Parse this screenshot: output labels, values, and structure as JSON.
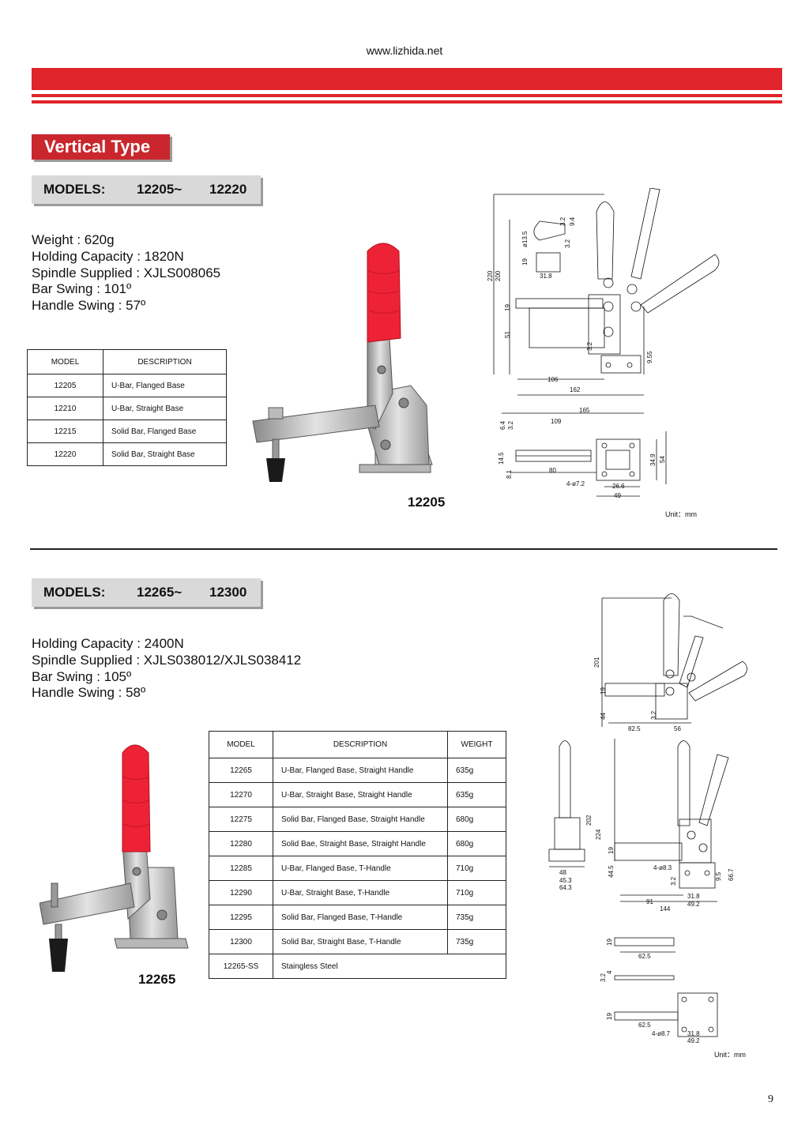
{
  "header": {
    "url": "www.lizhida.net"
  },
  "page": {
    "title": "Vertical Type",
    "number": "9"
  },
  "section1": {
    "models_label": "MODELS:",
    "model_from": "12205~",
    "model_to": "12220",
    "specs": [
      "Weight : 620g",
      "Holding Capacity : 1820N",
      "Spindle Supplied : XJLS008065",
      "Bar Swing : 101º",
      "Handle Swing : 57º"
    ],
    "table": {
      "headers": [
        "MODEL",
        "DESCRIPTION"
      ],
      "rows": [
        [
          "12205",
          "U-Bar, Flanged Base"
        ],
        [
          "12210",
          "U-Bar, Straight Base"
        ],
        [
          "12215",
          "Solid Bar, Flanged Base"
        ],
        [
          "12220",
          "Solid Bar, Straight Base"
        ]
      ]
    },
    "photo_label": "12205",
    "unit": "Unit：mm",
    "dimensions": {
      "d220": "220",
      "d200": "200",
      "d19": "19",
      "d51": "51",
      "d106": "106",
      "d162": "162",
      "d3_2a": "3.2",
      "d9_4": "9.4",
      "d3_2b": "3.2",
      "d13_5": "ø13.5",
      "d19b": "19",
      "d31_8": "31.8",
      "d9_55": "9.55",
      "d3_2c": "3.2",
      "d165": "165",
      "d109": "109",
      "d6_4": "6.4",
      "d3_2d": "3.2",
      "d14_5": "14.5",
      "d8_1": "8.1",
      "d80": "80",
      "d4_72": "4-ø7.2",
      "d26_6": "26.6",
      "d49": "49",
      "d34_9": "34.9",
      "d54": "54"
    }
  },
  "section2": {
    "models_label": "MODELS:",
    "model_from": "12265~",
    "model_to": "12300",
    "specs": [
      "Holding Capacity : 2400N",
      "Spindle Supplied : XJLS038012/XJLS038412",
      "Bar Swing : 105º",
      "Handle Swing : 58º"
    ],
    "table": {
      "headers": [
        "MODEL",
        "DESCRIPTION",
        "WEIGHT"
      ],
      "rows": [
        [
          "12265",
          "U-Bar, Flanged Base, Straight Handle",
          "635g"
        ],
        [
          "12270",
          "U-Bar, Straight Base, Straight Handle",
          "635g"
        ],
        [
          "12275",
          "Solid Bar, Flanged Base, Straight Handle",
          "680g"
        ],
        [
          "12280",
          "Solid Bae, Straight Base, Straight Handle",
          "680g"
        ],
        [
          "12285",
          "U-Bar, Flanged Base, T-Handle",
          "710g"
        ],
        [
          "12290",
          "U-Bar, Straight Base, T-Handle",
          "710g"
        ],
        [
          "12295",
          "Solid Bar, Flanged Base, T-Handle",
          "735g"
        ],
        [
          "12300",
          "Solid Bar, Straight Base, T-Handle",
          "735g"
        ],
        [
          "12265-SS",
          "Staingless Steel",
          ""
        ]
      ]
    },
    "photo_label": "12265",
    "unit": "Unit：mm",
    "dimensions": {
      "d201": "201",
      "d19": "19",
      "d44": "44",
      "d3_2": "3.2",
      "d82_5": "82.5",
      "d56": "56",
      "d202": "202",
      "d224": "224",
      "d19b": "19",
      "d44_5": "44.5",
      "d48": "48",
      "d45_3": "45.3",
      "d64_3": "64.3",
      "d4_83": "4-ø8.3",
      "d3_2b": "3.2",
      "d9_5": "9.5",
      "d66_7": "66.7",
      "d31_8": "31.8",
      "d49_2": "49.2",
      "d91": "91",
      "d144": "144",
      "d19c": "19",
      "d62_5": "62.5",
      "d3_2c": "3.2",
      "d4": "4",
      "d19d": "19",
      "d62_5b": "62.5",
      "d4_87": "4-ø8.7",
      "d31_8b": "31.8",
      "d49_2b": "49.2"
    }
  },
  "colors": {
    "accent_red": "#e0242b",
    "tag_red": "#c9272d",
    "grip_red": "#ee2236",
    "tag_grey": "#d9d9d9"
  }
}
